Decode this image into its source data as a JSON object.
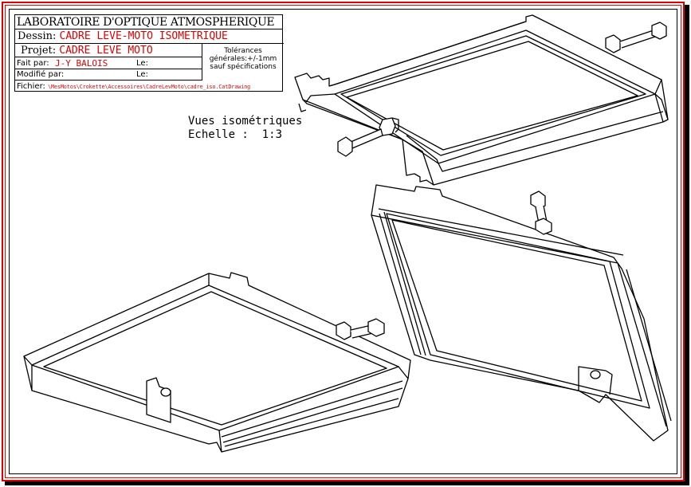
{
  "title_block": {
    "laboratory": "LABORATOIRE D'OPTIQUE ATMOSPHERIQUE",
    "dessin_label": "Dessin:",
    "dessin_value": "CADRE LEVE-MOTO ISOMETRIQUE",
    "projet_label": "Projet:",
    "projet_value": "CADRE LEVE MOTO",
    "fait_label": "Fait par:",
    "fait_value": "J-Y BALOIS",
    "fait_le_label": "Le:",
    "modifie_label": "Modifié par:",
    "modifie_le_label": "Le:",
    "tolerances_line1": "Tolérances",
    "tolerances_line2": "générales:+/-1mm",
    "tolerances_line3": "sauf spécifications",
    "fichier_label": "Fichier:",
    "fichier_value": "\\MesMotos\\Crokette\\Accessoires\\CadreLevMoto\\cadre_iso.CatDrawing"
  },
  "notes": {
    "views": "Vues isométriques",
    "scale_label": "Echelle :",
    "scale_value": "1:3"
  },
  "colors": {
    "frame_red": "#e00000",
    "line": "#000000"
  }
}
